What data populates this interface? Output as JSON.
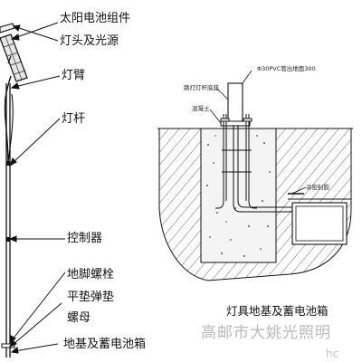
{
  "left_labels": {
    "solar_module": "太阳电池组件",
    "lamp_head": "灯头及光源",
    "lamp_arm": "灯臂",
    "pole": "灯杆",
    "controller": "控制器",
    "anchor_bolt": "地脚螺栓",
    "washers": "平垫弹垫",
    "nut": "螺母",
    "foundation_box": "地基及蓄电池箱"
  },
  "detail_labels": {
    "pole_base": "路灯灯杆底座",
    "pvc_pipe": "Φ30PVC管出地面300",
    "concrete": "混凝土",
    "sealed_box": "涂密封胶"
  },
  "caption": "灯具地基及蓄电池箱",
  "watermark": {
    "company": "高邮市大姚光照明",
    "site": "hc"
  }
}
